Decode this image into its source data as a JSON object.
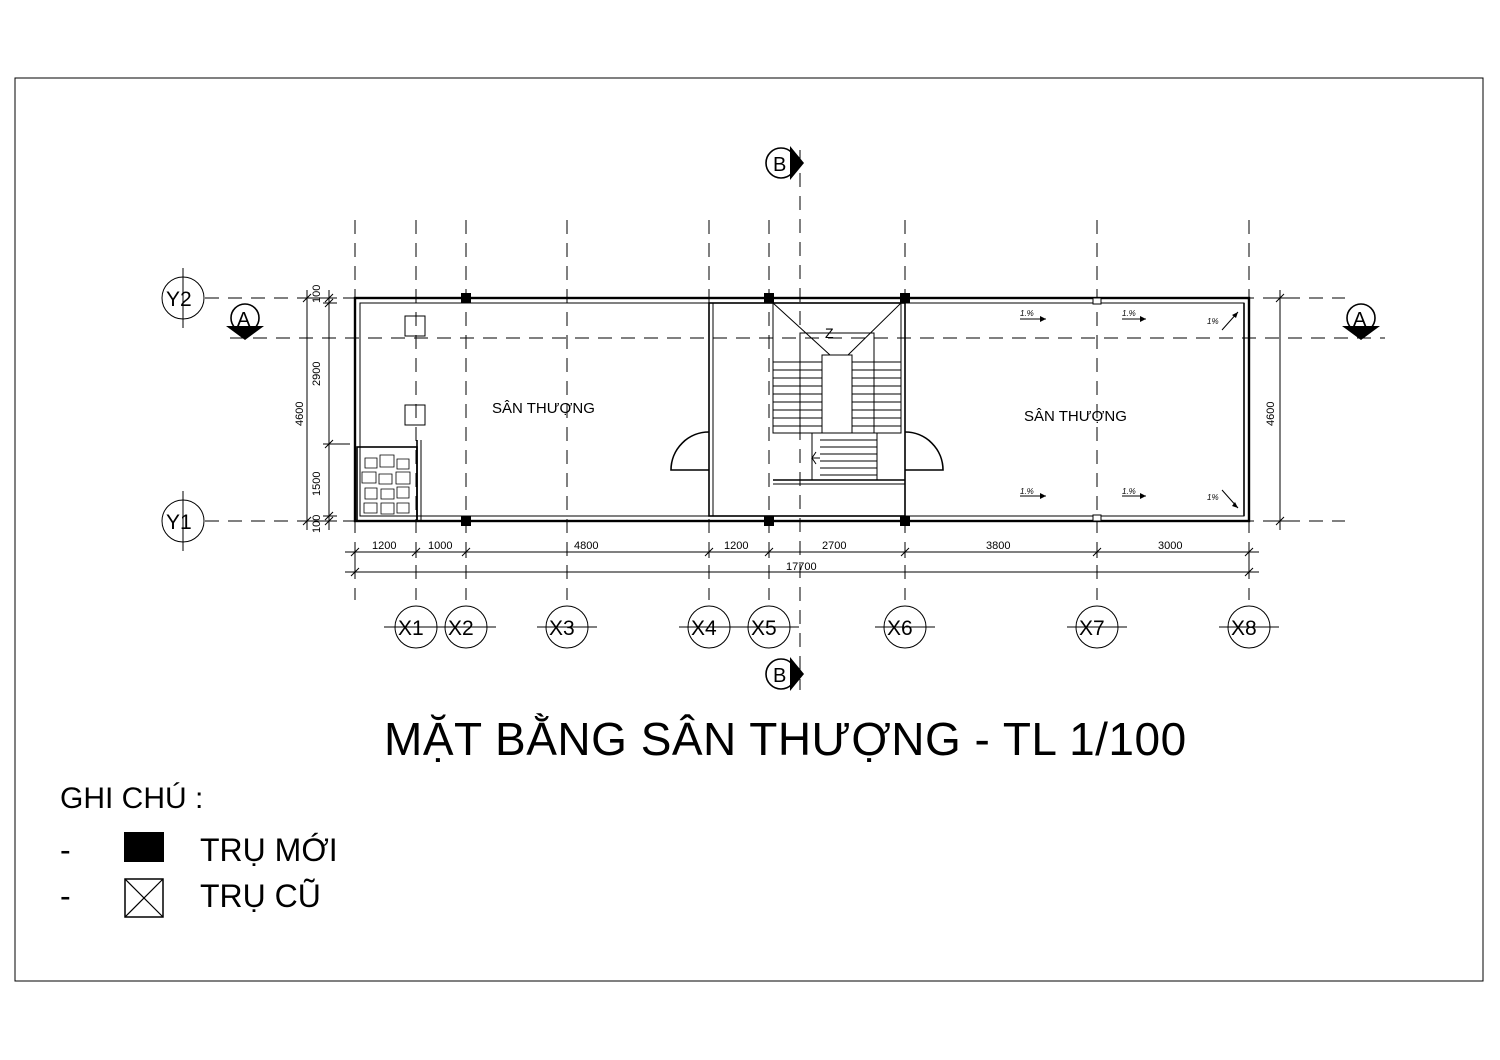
{
  "title": "MẶT BẰNG SÂN THƯỢNG  - TL 1/100",
  "legend": {
    "heading": "GHI CHÚ :",
    "items": [
      {
        "dash": "-",
        "symbol": "filled-square-icon",
        "label": "TRỤ MỚI"
      },
      {
        "dash": "-",
        "symbol": "crossed-square-icon",
        "label": "TRỤ CŨ"
      }
    ]
  },
  "grid_x": [
    "X1",
    "X2",
    "X3",
    "X4",
    "X5",
    "X6",
    "X7",
    "X8"
  ],
  "grid_y": [
    "Y1",
    "Y2"
  ],
  "section_marks": {
    "a": "A",
    "b": "B"
  },
  "rooms": [
    "SÂN THƯỢNG",
    "SÂN THƯỢNG"
  ],
  "dimensions": {
    "bays": [
      "1200",
      "1000",
      "4800",
      "1200",
      "2700",
      "3800",
      "3000"
    ],
    "total": "17700",
    "left_side": [
      "100",
      "2900",
      "1500",
      "100"
    ],
    "left_total": "4600",
    "right_total": "4600"
  },
  "slopes": [
    "1.%",
    "1.%",
    "1%",
    "1.%",
    "1.%",
    "1%"
  ],
  "stair_mark": "Z",
  "colors": {
    "line": "#000000",
    "background": "#ffffff",
    "hatch": "#555555"
  }
}
